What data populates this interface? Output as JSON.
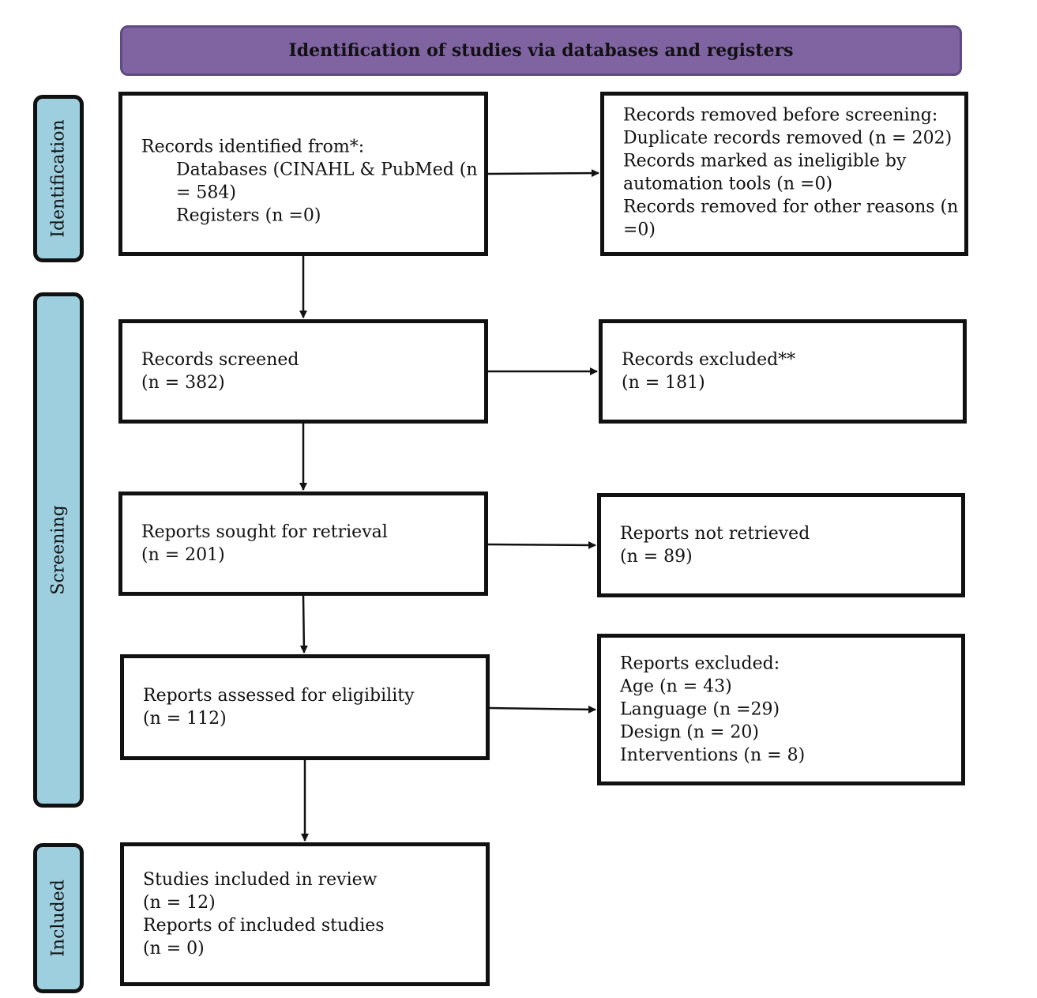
{
  "header": {
    "title": "Identification of studies via databases and registers"
  },
  "stages": {
    "identification": "Identification",
    "screening": "Screening",
    "included": "Included"
  },
  "boxes": {
    "identified": {
      "lines": [
        "Records identified from*:",
        "Databases (CINAHL & PubMed (n",
        "= 584)",
        "Registers (n =0)"
      ]
    },
    "removed": {
      "lines": [
        "Records removed before screening:",
        "Duplicate records removed (n = 202)",
        "Records marked as ineligible by",
        "automation tools (n =0)",
        "Records removed for other reasons (n",
        "=0)"
      ]
    },
    "screened": {
      "lines": [
        "Records screened",
        "(n = 382)"
      ]
    },
    "excluded": {
      "lines": [
        "Records excluded**",
        "(n = 181)"
      ]
    },
    "sought": {
      "lines": [
        "Reports sought for retrieval",
        "(n = 201)"
      ]
    },
    "not_retrieved": {
      "lines": [
        "Reports not retrieved",
        "(n = 89)"
      ]
    },
    "assessed": {
      "lines": [
        "Reports assessed for eligibility",
        "(n = 112)"
      ]
    },
    "reports_excluded": {
      "lines": [
        "Reports excluded:",
        "Age (n = 43)",
        "Language (n =29)",
        "Design (n = 20)",
        "Interventions (n = 8)"
      ]
    },
    "included": {
      "lines": [
        "Studies included in review",
        "(n = 12)",
        "Reports of included studies",
        "(n = 0)"
      ]
    }
  }
}
